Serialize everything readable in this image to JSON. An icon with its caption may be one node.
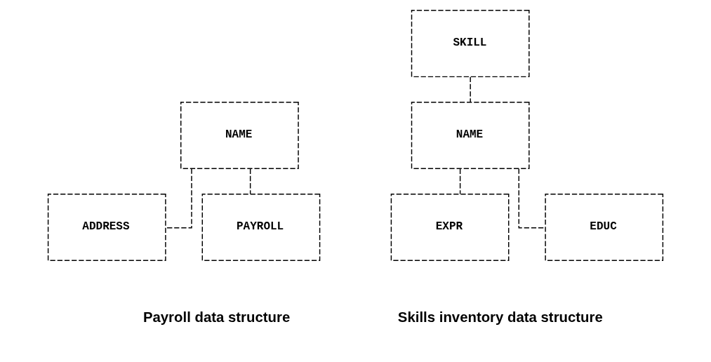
{
  "diagram": {
    "nodes": [
      {
        "text": [
          "NAME"
        ]
      },
      {
        "text": [
          "ADDRESS"
        ]
      },
      {
        "text": [
          "PAYROLL"
        ]
      },
      {
        "text": [
          "SKILL"
        ]
      },
      {
        "text": [
          "NAME"
        ]
      },
      {
        "text": [
          "EXPR"
        ]
      },
      {
        "text": [
          "EDUC"
        ]
      }
    ],
    "edges": [
      {
        "from": 0,
        "to": 1,
        "arrow": "none"
      },
      {
        "from": 0,
        "to": 2,
        "arrow": "none"
      },
      {
        "from": 3,
        "to": 4,
        "arrow": "none"
      },
      {
        "from": 4,
        "to": 5,
        "arrow": "none"
      },
      {
        "from": 4,
        "to": 6,
        "arrow": "none"
      }
    ],
    "labels": [
      "Payroll data structure",
      "Skills inventory data structure"
    ]
  }
}
